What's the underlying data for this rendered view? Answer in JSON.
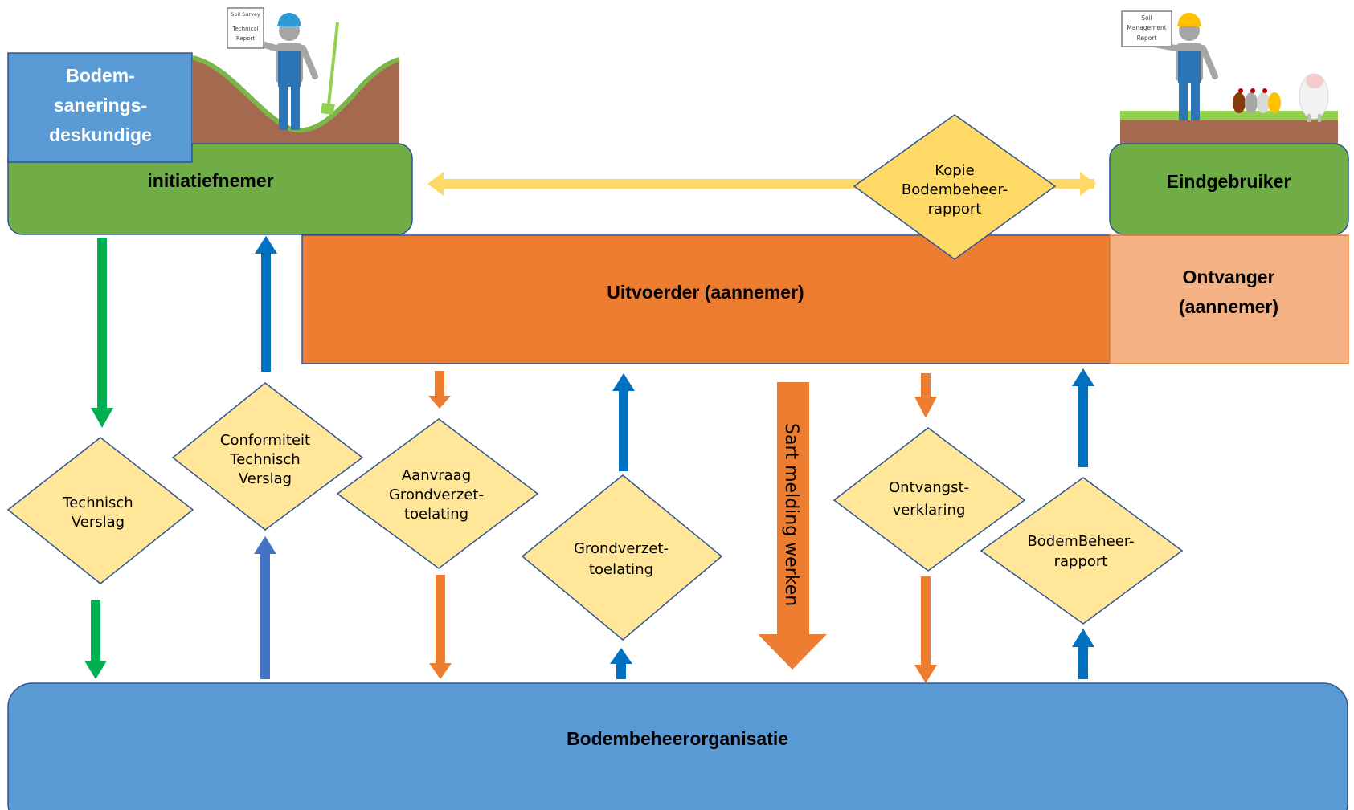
{
  "boxes": {
    "expert": "Bodem-",
    "expert_2": "sanerings-",
    "expert_3": "deskundige",
    "initiator": "initiatiefnemer",
    "end_user": "Eindgebruiker",
    "contractor": "Uitvoerder (aannemer)",
    "receiver_1": "Ontvanger",
    "receiver_2": "(aannemer)",
    "organisation": "Bodembeheerorganisatie"
  },
  "documents": {
    "technical_report": [
      "Technisch",
      "Verslag"
    ],
    "conformity": [
      "Conformiteit",
      "Technisch",
      "Verslag"
    ],
    "request": [
      "Aanvraag",
      "Grondverzet-",
      "toelating"
    ],
    "permit": [
      "Grondverzet-",
      "toelating"
    ],
    "receipt": [
      "Ontvangst-",
      "verklaring"
    ],
    "soil_report": [
      "BodemBeheer-",
      "rapport"
    ],
    "copy_report": [
      "Kopie",
      "Bodembeheer-",
      "rapport"
    ]
  },
  "start_notice": "Sart melding werken",
  "illustrations": {
    "survey_sign": [
      "Soil Survey",
      "Technical",
      "Report"
    ],
    "management_sign": [
      "Soil",
      "Management",
      "Report"
    ]
  },
  "colors": {
    "green": "#70ad47",
    "blue": "#5b9bd5",
    "orange": "#ed7d31",
    "light_orange": "#f4b183",
    "diamond": "#ffe699",
    "diamond_border": "#2f5597",
    "arrow_green": "#00b050",
    "arrow_blue": "#0070c0",
    "arrow_orange": "#ed7d31",
    "arrow_yellow": "#ffd966"
  }
}
